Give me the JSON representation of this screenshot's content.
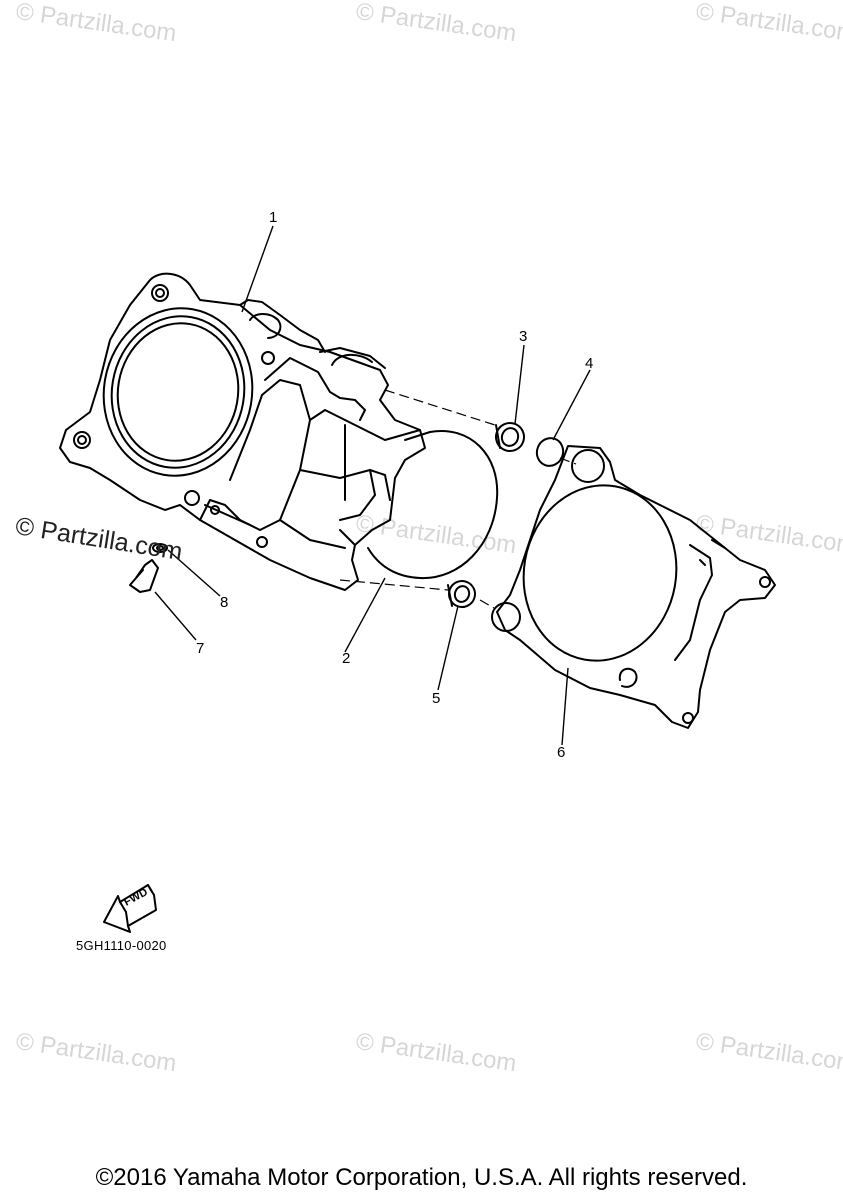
{
  "watermarks": {
    "text": "© Partzilla.com",
    "color": "#d6d6d6"
  },
  "main_watermark": "© Partzilla.com",
  "callouts": [
    "1",
    "2",
    "3",
    "4",
    "5",
    "6",
    "7",
    "8"
  ],
  "fwd_label": "FWD",
  "diagram_code": "5GH1110-0020",
  "copyright": "©2016 Yamaha Motor Corporation, U.S.A. All rights reserved."
}
